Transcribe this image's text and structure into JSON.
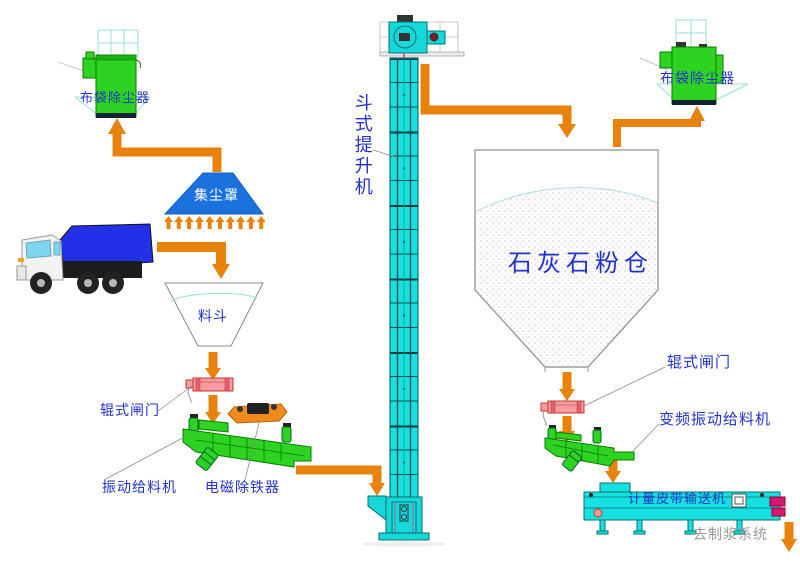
{
  "diagram": {
    "type": "process-flow",
    "labels": {
      "bag_filter_left": "布袋除尘器",
      "dust_hood": "集尘罩",
      "hopper": "料斗",
      "roller_gate_left": "辊式闸门",
      "vibrating_feeder": "振动给料机",
      "magnetic_separator": "电磁除铁器",
      "bucket_elevator": "斗式提升机",
      "limestone_silo": "石灰石粉仓",
      "bag_filter_right": "布袋除尘器",
      "roller_gate_right": "辊式闸门",
      "vf_vibrating_feeder": "变频振动给料机",
      "metering_belt_conveyor": "计量皮带输送机",
      "to_slurry_system": "去制浆系统"
    },
    "colors": {
      "flow_arrow_orange": "#E8820A",
      "equipment_green": "#2ED321",
      "equipment_cyan": "#17E0E0",
      "hood_blue": "#1B72DE",
      "label_blue": "#2233CC",
      "gate_pink": "#F49CA0",
      "truck_bed_blue": "#2230E8",
      "outline_gray": "#999999"
    }
  }
}
